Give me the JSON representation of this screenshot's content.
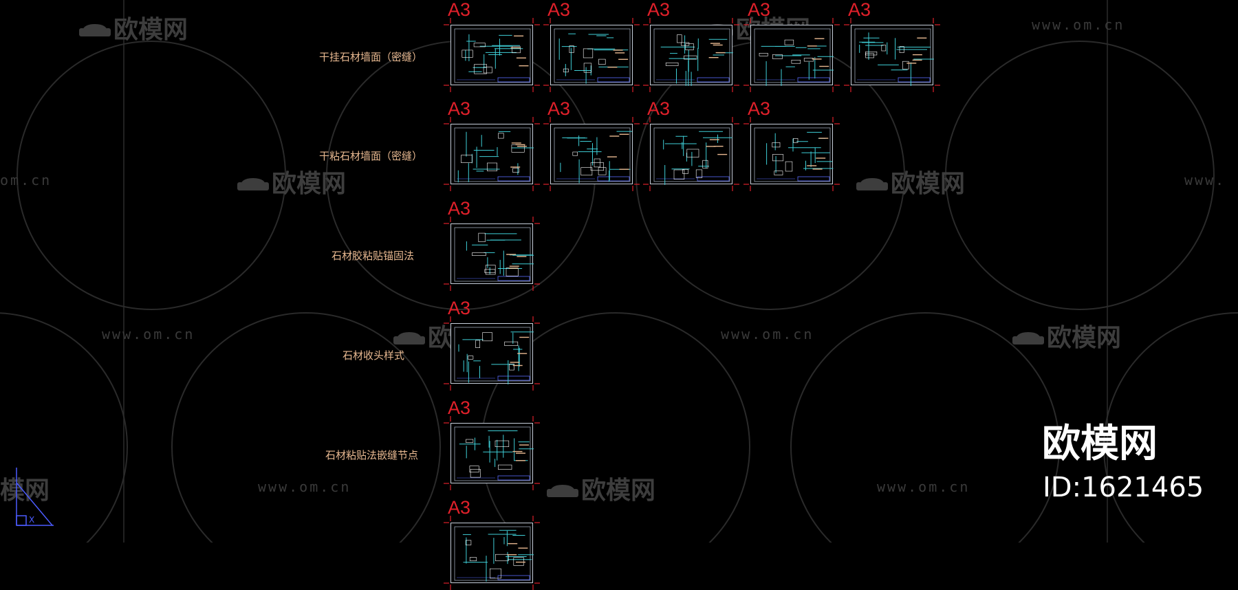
{
  "rows": [
    {
      "label": "干挂石材墙面（密缝）",
      "sheets": 5
    },
    {
      "label": "干粘石材墙面（密缝）",
      "sheets": 4
    },
    {
      "label": "石材胶粘贴锚固法",
      "sheets": 1
    },
    {
      "label": "石材收头样式",
      "sheets": 1
    },
    {
      "label": "石材粘贴法嵌缝节点",
      "sheets": 1
    },
    {
      "label": "",
      "sheets": 1
    }
  ],
  "sheet_size": "A3",
  "watermark": {
    "url": "www.om.cn",
    "url_partial": "om.cn",
    "url_partial_right": "www.",
    "logo": "欧模网",
    "logo_partial": "模网"
  },
  "brand": {
    "name": "欧模网",
    "id": "ID:1621465"
  },
  "colors": {
    "background": "#000000",
    "label": "#e8b991",
    "a3": "#e0202a",
    "sheet_border": "#c8d0dc",
    "linework": "#3fd0d8",
    "title_block": "#5b6cff",
    "watermark": "#3a3a3a"
  }
}
